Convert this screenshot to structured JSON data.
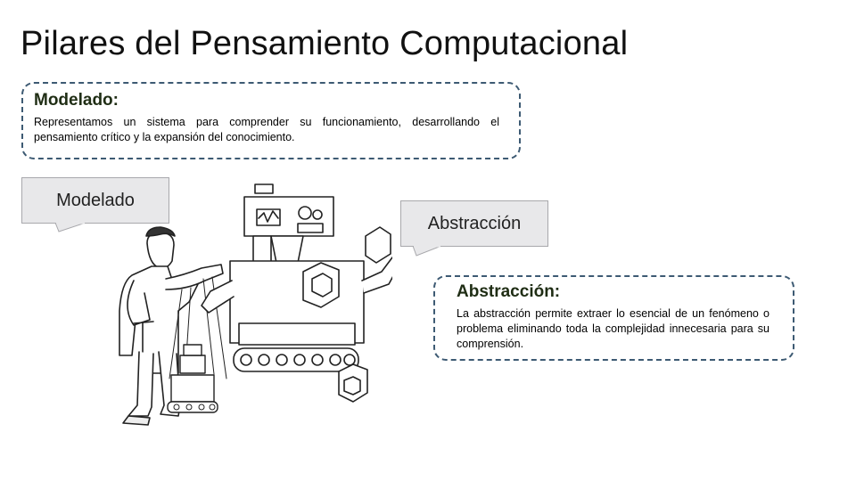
{
  "slide": {
    "title": "Pilares del Pensamiento Computacional"
  },
  "modelado_box": {
    "heading": "Modelado:",
    "text": "Representamos un sistema para comprender su funcionamiento, desarrollando el pensamiento crítico y la expansión del conocimiento."
  },
  "abstraccion_box": {
    "heading": "Abstracción:",
    "text": "La abstracción permite extraer lo esencial de un fenómeno o problema eliminando toda la complejidad innecesaria para su comprensión."
  },
  "callouts": {
    "modelado": "Modelado",
    "abstraccion": "Abstracción"
  },
  "colors": {
    "border": "#3d5a73",
    "heading": "#1f2d14",
    "callout_fill": "#e8e8ea"
  }
}
